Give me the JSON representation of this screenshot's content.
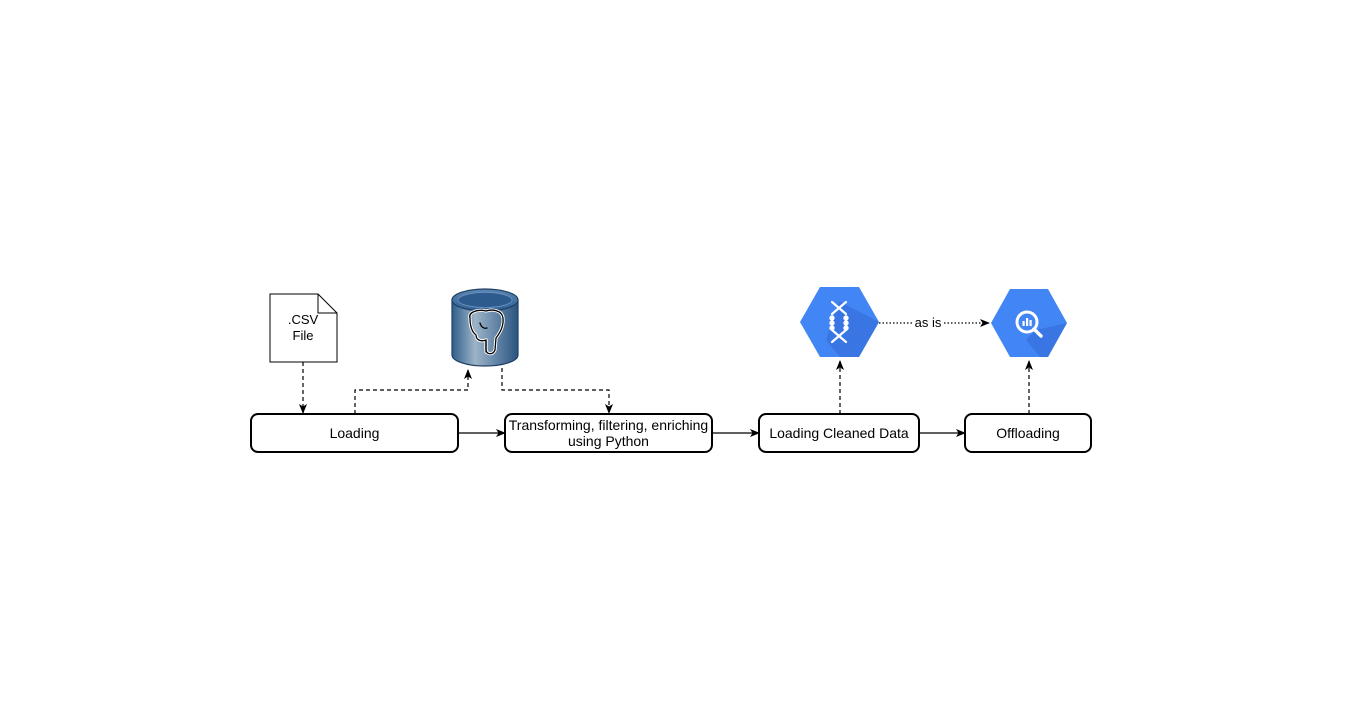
{
  "diagram": {
    "steps": [
      {
        "id": "loading",
        "label": "Loading"
      },
      {
        "id": "transform",
        "label_lines": [
          "Transforming, filtering, enriching",
          "using Python"
        ]
      },
      {
        "id": "loading_clean",
        "label": "Loading Cleaned Data"
      },
      {
        "id": "offloading",
        "label": "Offloading"
      }
    ],
    "csv_file": {
      "label_lines": [
        ".CSV",
        "File"
      ]
    },
    "postgres_icon": "postgresql-database-icon",
    "dataflow_icon": "cloud-dataflow-icon",
    "bigquery_icon": "bigquery-icon",
    "edge_label": "as is",
    "colors": {
      "gcp_blue": "#4285f4",
      "gcp_blue_dark": "#3367d6",
      "pg_blue": "#336791",
      "stroke": "#000000"
    }
  }
}
